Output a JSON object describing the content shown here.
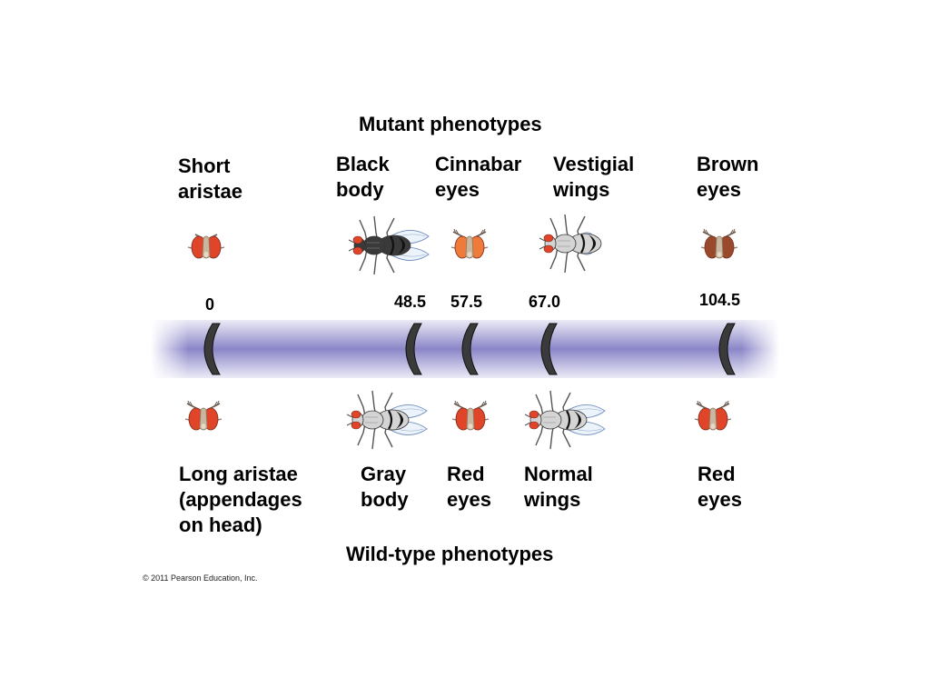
{
  "title_top": "Mutant phenotypes",
  "title_bottom": "Wild-type phenotypes",
  "copyright": "© 2011 Pearson Education, Inc.",
  "loci": [
    {
      "position": "0",
      "mutant": [
        "Short",
        "aristae"
      ],
      "wild": [
        "Long aristae",
        "(appendages",
        "on head)"
      ]
    },
    {
      "position": "48.5",
      "mutant": [
        "Black",
        "body"
      ],
      "wild": [
        "Gray",
        "body"
      ]
    },
    {
      "position": "57.5",
      "mutant": [
        "Cinnabar",
        "eyes"
      ],
      "wild": [
        "Red",
        "eyes"
      ]
    },
    {
      "position": "67.0",
      "mutant": [
        "Vestigial",
        "wings"
      ],
      "wild": [
        "Normal",
        "wings"
      ]
    },
    {
      "position": "104.5",
      "mutant": [
        "Brown",
        "eyes"
      ],
      "wild": [
        "Red",
        "eyes"
      ]
    }
  ],
  "colors": {
    "chromosome_core": "#8a86c8",
    "chromosome_edge": "#e6e4f4",
    "locus_band": "#3a3a3a",
    "fly_eye_red": "#e0452a",
    "fly_eye_brown": "#9a4a2c",
    "fly_eye_cinnabar": "#ef7a3a",
    "fly_body_black": "#1a1a1a",
    "fly_body_gray": "#d4d4d4"
  }
}
